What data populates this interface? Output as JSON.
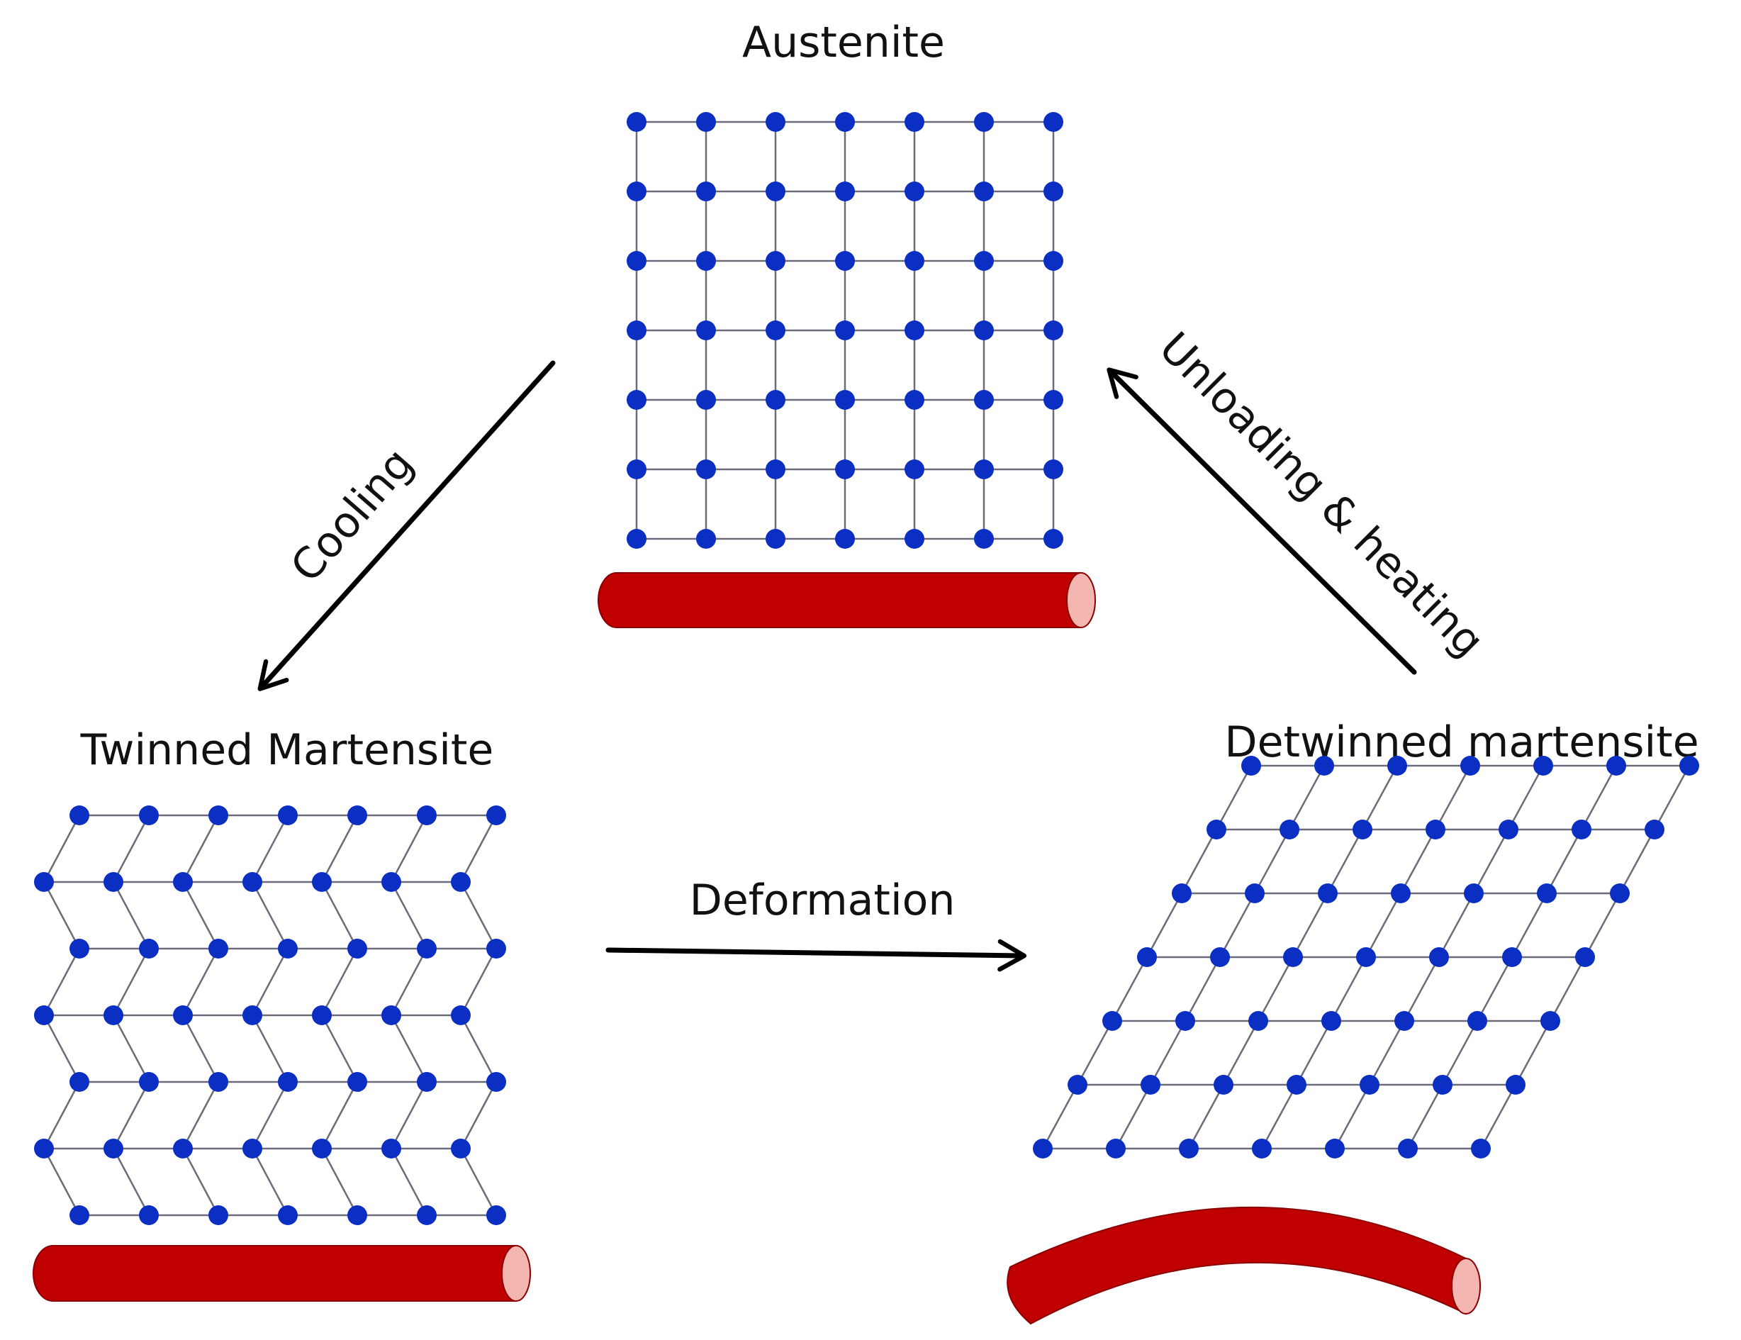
{
  "phases": {
    "austenite": {
      "label": "Austenite"
    },
    "twinned": {
      "label": "Twinned Martensite"
    },
    "detwinned": {
      "label": "Detwinned martensite"
    }
  },
  "processes": {
    "cooling": {
      "label": "Cooling"
    },
    "deformation": {
      "label": "Deformation"
    },
    "unloading": {
      "label": "Unloading & heating"
    }
  },
  "colors": {
    "atom": "#0b2fc2",
    "bond": "#6b6b7a",
    "wire": "#c00000",
    "wire_end": "#f4b6b0",
    "arrow": "#000000"
  }
}
